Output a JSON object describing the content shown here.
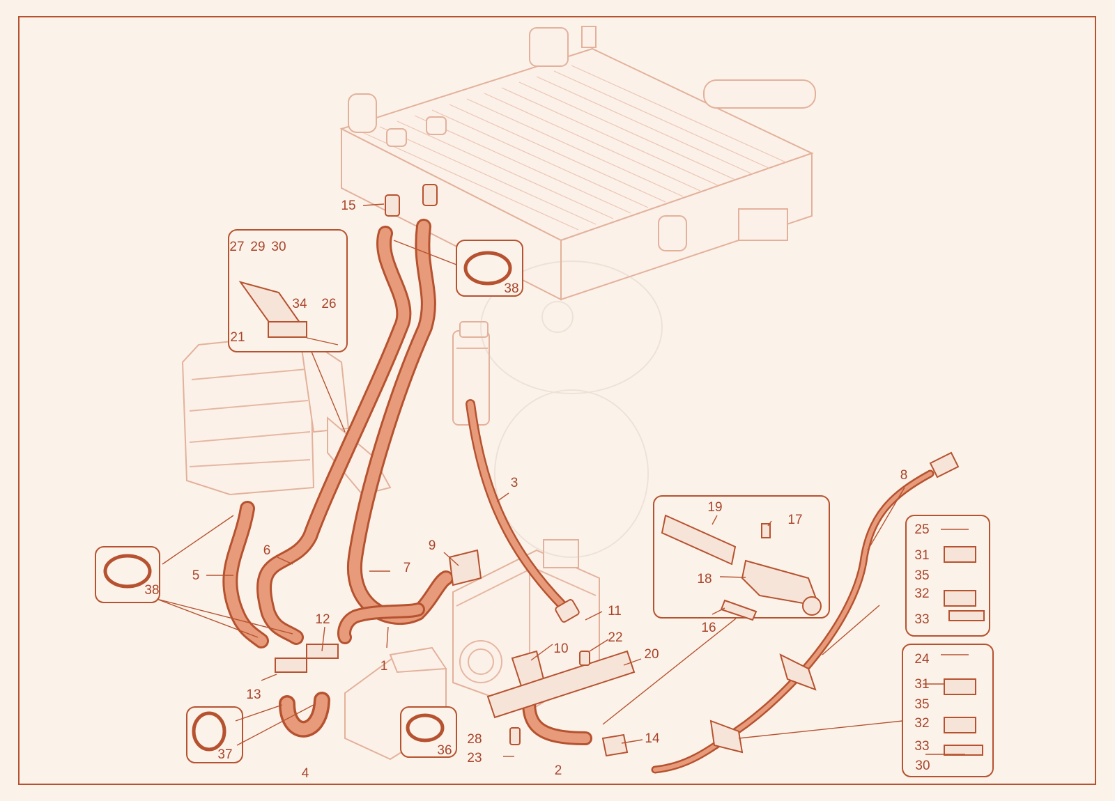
{
  "callouts": {
    "n1": "1",
    "n2": "2",
    "n3": "3",
    "n4": "4",
    "n5": "5",
    "n6": "6",
    "n7": "7",
    "n8": "8",
    "n9": "9",
    "n10": "10",
    "n11": "11",
    "n12": "12",
    "n13": "13",
    "n14": "14",
    "n15": "15",
    "n16": "16",
    "n17": "17",
    "n18": "18",
    "n19": "19",
    "n20": "20",
    "n21": "21",
    "n22": "22",
    "n23": "23",
    "n24": "24",
    "n25": "25",
    "n26": "26",
    "n27": "27",
    "n28": "28",
    "n29": "29",
    "n30a": "30",
    "n30b": "30",
    "n31a": "31",
    "n31b": "31",
    "n32a": "32",
    "n32b": "32",
    "n33a": "33",
    "n33b": "33",
    "n34": "34",
    "n35a": "35",
    "n35b": "35",
    "n36": "36",
    "n37": "37",
    "n38a": "38",
    "n38b": "38"
  },
  "colors": {
    "accent": "#b6522f",
    "ghost": "#e6b7a2",
    "background": "#fbf3ea"
  }
}
